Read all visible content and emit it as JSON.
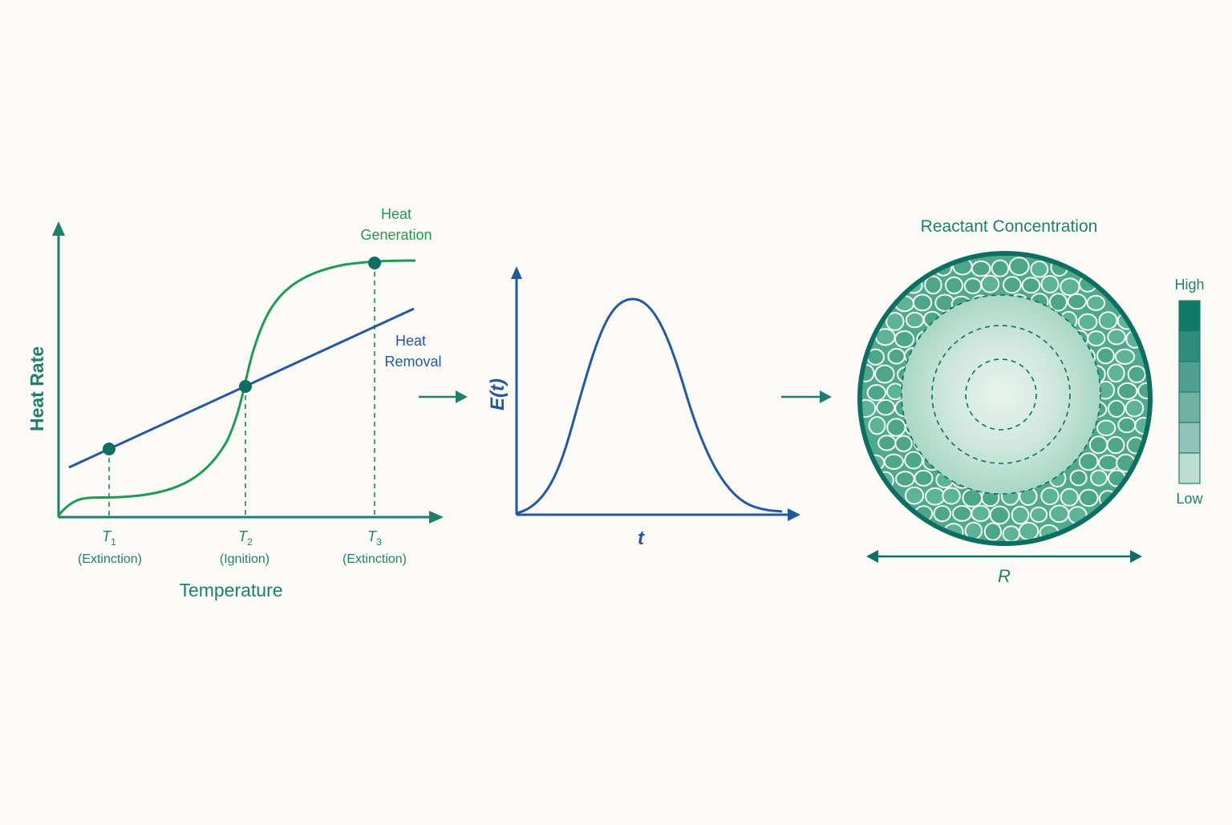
{
  "colors": {
    "background": "#fbfaf6",
    "teal": "#1e7f6e",
    "dark_teal": "#0f6e62",
    "generation_green": "#1f9a52",
    "removal_blue": "#2458a0",
    "particle_fill": "#5cb396",
    "core_fill": "#e6f1ec"
  },
  "heat_balance": {
    "y_axis_label": "Heat Rate",
    "x_axis_label": "Temperature",
    "generation_label_line1": "Heat",
    "generation_label_line2": "Generation",
    "removal_label_line1": "Heat",
    "removal_label_line2": "Removal",
    "points": [
      {
        "symbol": "T",
        "subscript": "1",
        "note": "(Extinction)"
      },
      {
        "symbol": "T",
        "subscript": "2",
        "note": "(Ignition)"
      },
      {
        "symbol": "T",
        "subscript": "3",
        "note": "(Extinction)"
      }
    ]
  },
  "rtd": {
    "y_axis_label": "E(t)",
    "x_axis_label": "t"
  },
  "pellet": {
    "title": "Reactant Concentration",
    "scale_high": "High",
    "scale_low": "Low",
    "scale_levels": [
      1.0,
      0.85,
      0.7,
      0.55,
      0.4,
      0.2
    ],
    "radius_label": "R"
  },
  "arrows": [
    {
      "name": "flow-arrow-1",
      "icon": "right-arrow-icon"
    },
    {
      "name": "flow-arrow-2",
      "icon": "right-arrow-icon"
    }
  ]
}
